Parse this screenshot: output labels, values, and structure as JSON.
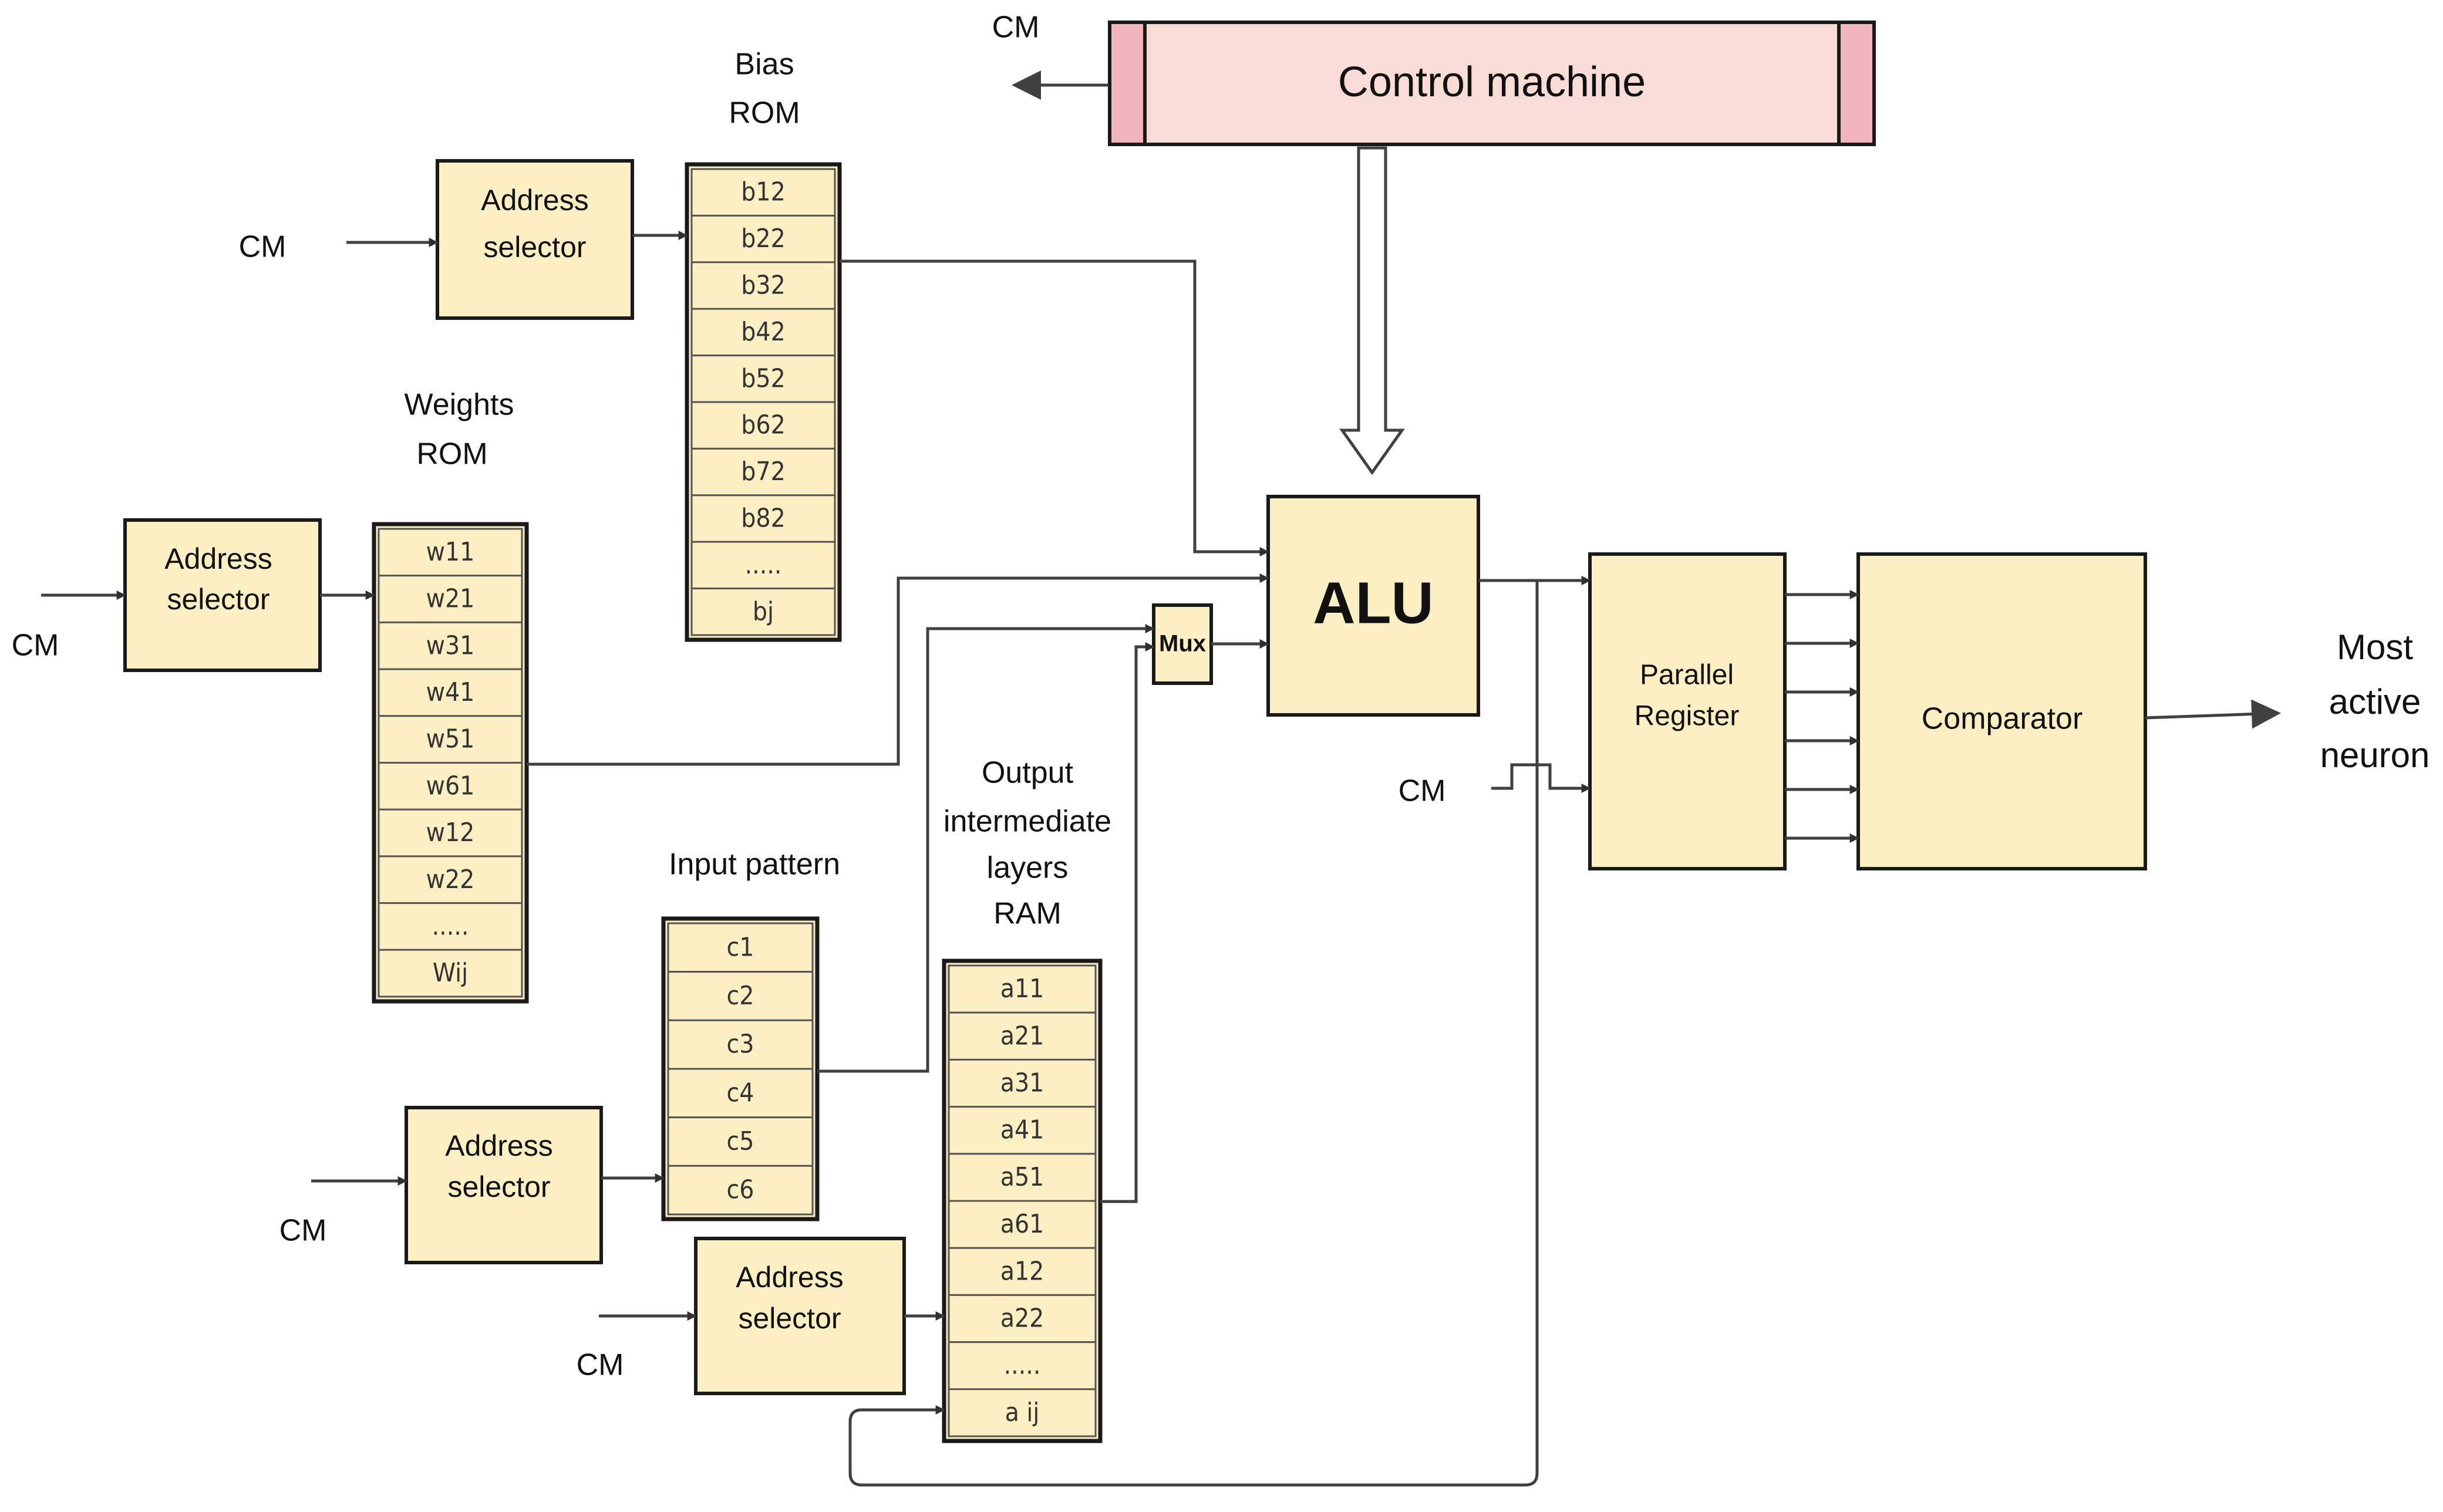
{
  "control_machine": {
    "label": "Control machine",
    "out_label": "CM"
  },
  "bias_rom": {
    "title_line1": "Bias",
    "title_line2": "ROM",
    "cells": [
      "b12",
      "b22",
      "b32",
      "b42",
      "b52",
      "b62",
      "b72",
      "b82",
      ".....",
      "bj"
    ],
    "selector_line1": "Address",
    "selector_line2": "selector",
    "cm": "CM"
  },
  "weights_rom": {
    "title_line1": "Weights",
    "title_line2": "ROM",
    "cells": [
      "w11",
      "w21",
      "w31",
      "w41",
      "w51",
      "w61",
      "w12",
      "w22",
      ".....",
      "Wij"
    ],
    "selector_line1": "Address",
    "selector_line2": "selector",
    "cm": "CM"
  },
  "input_pattern": {
    "title": "Input pattern",
    "cells": [
      "c1",
      "c2",
      "c3",
      "c4",
      "c5",
      "c6"
    ],
    "selector_line1": "Address",
    "selector_line2": "selector",
    "cm": "CM"
  },
  "output_ram": {
    "title_line1": "Output",
    "title_line2": "intermediate",
    "title_line3": "layers",
    "title_line4": "RAM",
    "cells": [
      "a11",
      "a21",
      "a31",
      "a41",
      "a51",
      "a61",
      "a12",
      "a22",
      ".....",
      "a ij"
    ],
    "selector_line1": "Address",
    "selector_line2": "selector",
    "cm": "CM"
  },
  "mux": {
    "label": "Mux"
  },
  "alu": {
    "label": "ALU"
  },
  "register": {
    "line1": "Parallel",
    "line2": "Register",
    "cm": "CM"
  },
  "comparator": {
    "label": "Comparator"
  },
  "result": {
    "line1": "Most",
    "line2": "active",
    "line3": "neuron"
  },
  "colors": {
    "block_fill": "#fdefc4",
    "control_fill": "#f9dcd6",
    "control_cap": "#f2b4bd",
    "stroke": "#1a1a1a",
    "line": "#404040"
  }
}
